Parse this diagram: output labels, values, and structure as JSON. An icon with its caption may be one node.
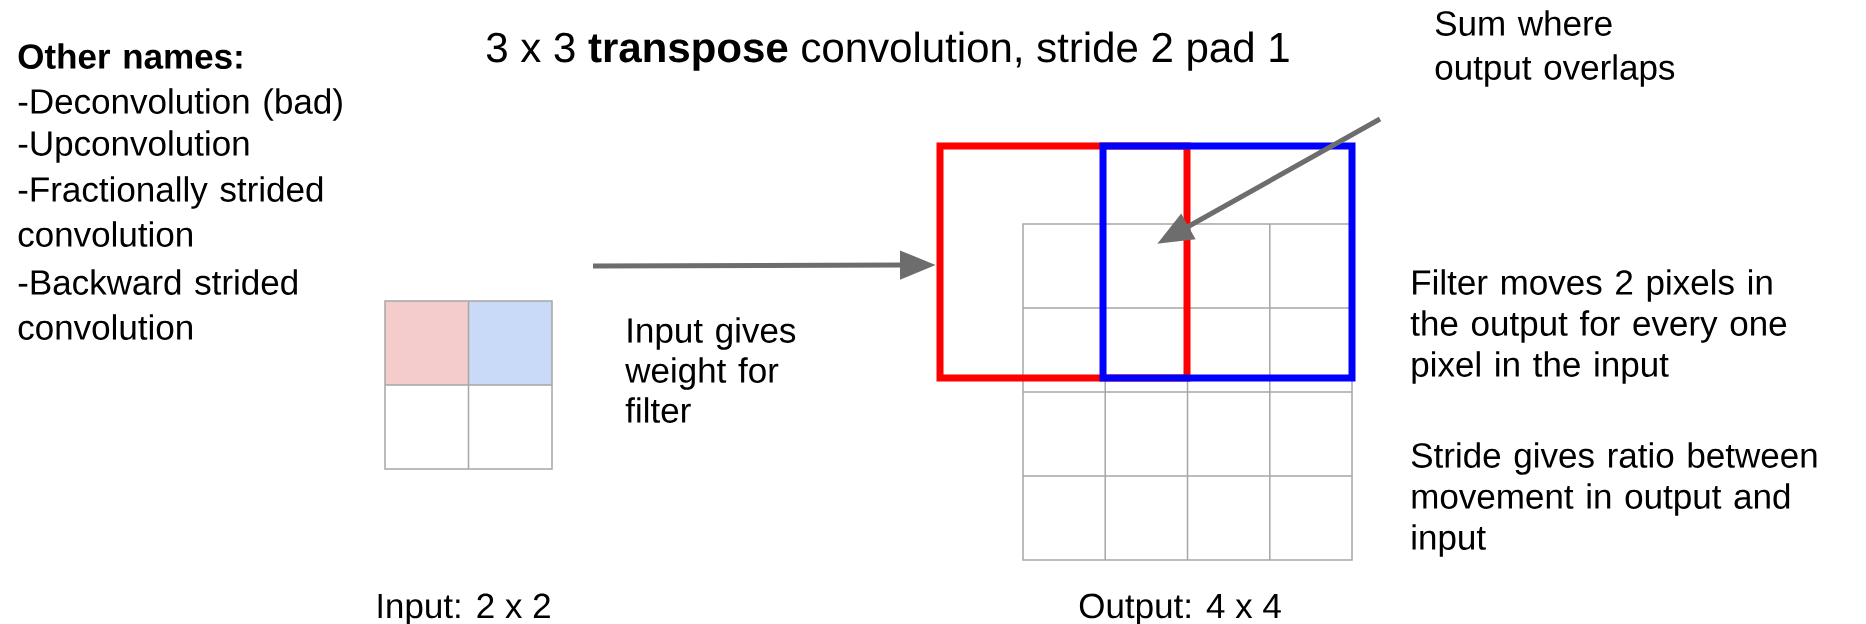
{
  "diagram": {
    "title": "3 x 3 **transpose** convolution, stride 2 pad 1",
    "nodes": [
      {
        "text": [],
        "shape": "grid",
        "beside": [
          "Input: 2 x 2"
        ]
      },
      {
        "text": [],
        "shape": "grid",
        "beside": [
          "Output: 4 x 4"
        ]
      },
      {
        "text": [
          "Sum where output overlaps"
        ]
      },
      {
        "text": [],
        "shape": "box"
      },
      {
        "text": [],
        "shape": "box"
      }
    ],
    "edges": [
      {
        "from": 0,
        "to": 3,
        "arrow": "to"
      },
      {
        "from": 2,
        "to": 4,
        "arrow": "to"
      }
    ],
    "labels": [
      "Other names:",
      "-Deconvolution (bad)",
      "-Upconvolution",
      "-Fractionally strided convolution",
      "-Backward strided convolution",
      "Input gives weight for filter",
      "Filter moves 2 pixels in the output for every one pixel in the input",
      "Stride gives ratio between movement in output and input"
    ]
  }
}
